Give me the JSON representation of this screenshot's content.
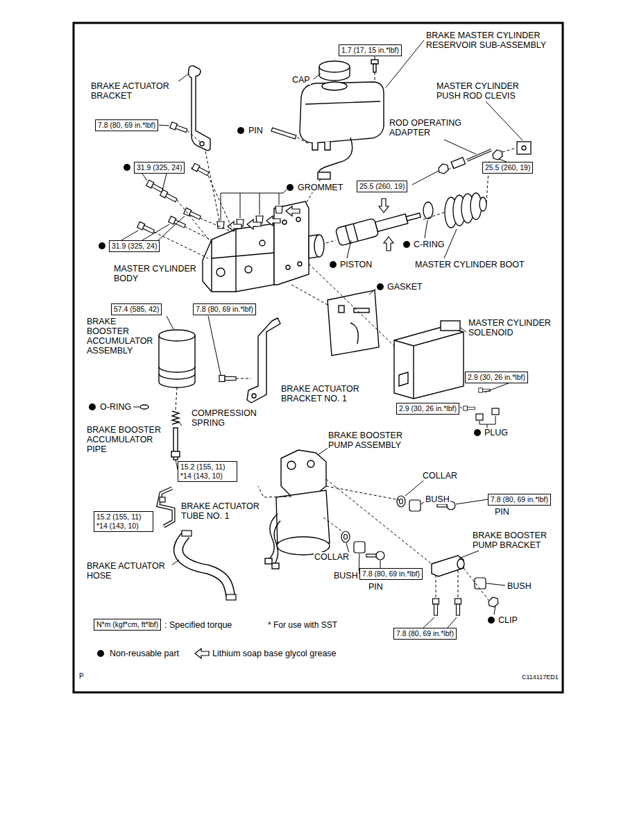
{
  "diagram": {
    "nodes": [
      {
        "text": [
          "1.7 (17, 15 in.*lbf)"
        ]
      },
      {
        "text": [
          "7.8 (80, 69 in.*lbf)"
        ]
      },
      {
        "text": [
          "31.9 (325, 24)"
        ]
      },
      {
        "text": [
          "25.5 (260, 19)"
        ]
      },
      {
        "text": [
          "25.5 (260, 19)"
        ]
      },
      {
        "text": [
          "31.9 (325, 24)"
        ]
      },
      {
        "text": [
          "57.4 (585, 42)"
        ]
      },
      {
        "text": [
          "7.8 (80, 69 in.*lbf)"
        ]
      },
      {
        "text": [
          "2.9 (30, 26 in.*lbf)"
        ]
      },
      {
        "text": [
          "2.9 (30, 26 in.*lbf)"
        ]
      },
      {
        "text": [
          "15.2 (155, 11) *14 (143, 10)"
        ]
      },
      {
        "text": [
          "7.8 (80, 69 in.*lbf)"
        ]
      },
      {
        "text": [
          "15.2 (155, 11) *14 (143, 10)"
        ]
      },
      {
        "text": [
          "7.8 (80, 69 in.*lbf)"
        ]
      },
      {
        "text": [
          "N*m (kgf*cm, ft*lbf)"
        ]
      },
      {
        "text": [
          "7.8 (80, 69 in.*lbf)"
        ]
      }
    ],
    "labels": [
      "BRAKE MASTER CYLINDER RESERVOIR SUB-ASSEMBLY",
      "CAP",
      "BRAKE ACTUATOR BRACKET",
      "MASTER CYLINDER PUSH ROD CLEVIS",
      "ROD OPERATING ADAPTER",
      "PIN",
      "GROMMET",
      "C-RING",
      "PISTON",
      "MASTER CYLINDER BOOT",
      "MASTER CYLINDER BODY",
      "GASKET",
      "BRAKE BOOSTER ACCUMULATOR ASSEMBLY",
      "MASTER CYLINDER SOLENOID",
      "BRAKE ACTUATOR BRACKET NO. 1",
      "O-RING",
      "COMPRESSION SPRING",
      "BRAKE BOOSTER ACCUMULATOR PIPE",
      "PLUG",
      "BRAKE BOOSTER PUMP ASSEMBLY",
      "COLLAR",
      "BUSH",
      "PIN",
      "BRAKE ACTUATOR TUBE NO. 1",
      "BRAKE BOOSTER PUMP BRACKET",
      "COLLAR",
      "BRAKE ACTUATOR HOSE",
      "BUSH",
      "PIN",
      "BUSH",
      "CLIP",
      "* For use with SST",
      "P",
      "C114117ED1"
    ],
    "legend": [
      {
        "text": ": Specified torque"
      },
      {
        "text": "Non-reusable part"
      },
      {
        "text": "Lithium soap base glycol grease"
      }
    ]
  }
}
